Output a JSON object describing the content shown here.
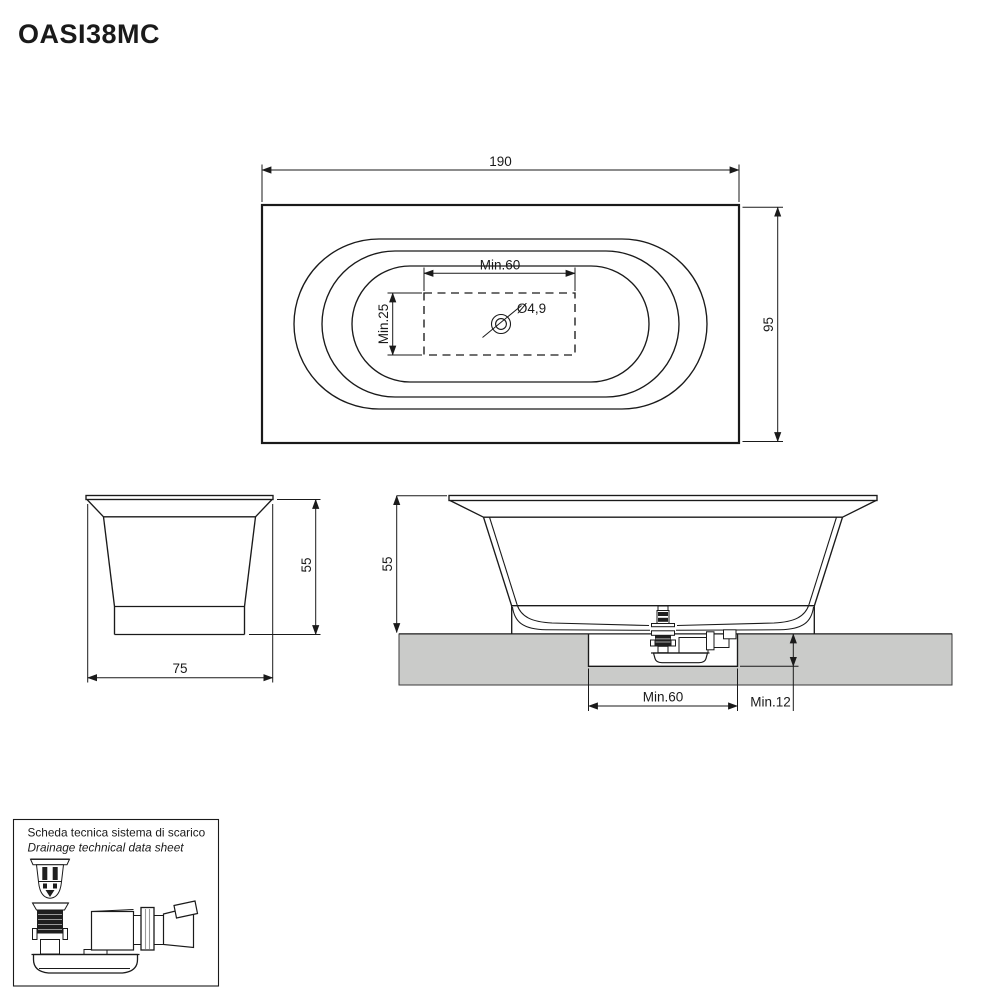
{
  "title": "OASI38MC",
  "colors": {
    "line": "#1a1a1a",
    "floor_fill": "#cacbc9",
    "dark_fill": "#1f1f1f"
  },
  "top_view": {
    "overall_width": "190",
    "overall_depth": "95",
    "drain_zone_width": "Min.60",
    "drain_zone_depth": "Min.25",
    "drain_diameter": "Ø4,9"
  },
  "end_view": {
    "height": "55",
    "width": "75"
  },
  "side_view": {
    "height": "55",
    "recess_width": "Min.60",
    "recess_depth": "Min.12"
  },
  "drainage_sheet": {
    "title_it": "Scheda tecnica sistema di scarico",
    "title_en": "Drainage technical data sheet"
  }
}
